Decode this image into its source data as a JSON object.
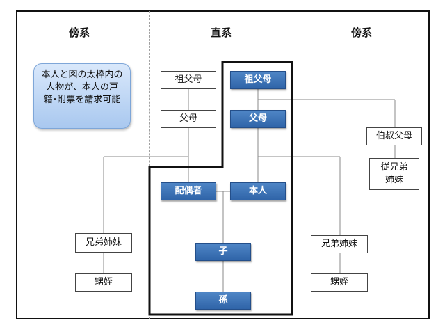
{
  "columns": {
    "left": "傍系",
    "center": "直系",
    "right": "傍系"
  },
  "note": "本人と図の太枠内の人物が、本人の戸籍･附票を請求可能",
  "nodes": {
    "grandparents_plain": "祖父母",
    "parents_plain": "父母",
    "grandparents_blue": "祖父母",
    "parents_blue": "父母",
    "spouse": "配偶者",
    "self": "本人",
    "child": "子",
    "grandchild": "孫",
    "uncle_aunt": "伯叔父母",
    "cousins": "従兄弟姉妹",
    "siblings_left": "兄弟姉妹",
    "nephews_left": "甥姪",
    "siblings_right": "兄弟姉妹",
    "nephews_right": "甥姪"
  },
  "colors": {
    "highlight": "#2f64a8",
    "note_bg": "#a9c8ef"
  }
}
